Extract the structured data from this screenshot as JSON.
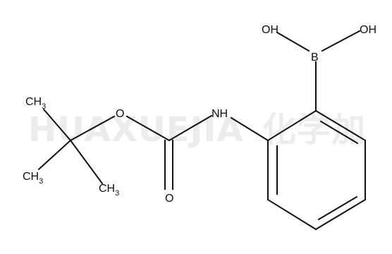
{
  "watermark": {
    "latin": "HUAXUEJIA",
    "registered": "®",
    "chinese": "化学加"
  },
  "atoms": {
    "oh_left": "OH",
    "oh_right": "OH",
    "boron": "B",
    "nh": "NH",
    "ester_o": "O",
    "carbonyl_o": "O",
    "methyl_top": "CH",
    "methyl_top_sub": "3",
    "methyl_left": "CH",
    "methyl_left_sub": "3",
    "methyl_right": "CH",
    "methyl_right_sub": "3"
  },
  "colors": {
    "ink": "#111111",
    "watermark": "#ececec",
    "background": "#ffffff"
  }
}
